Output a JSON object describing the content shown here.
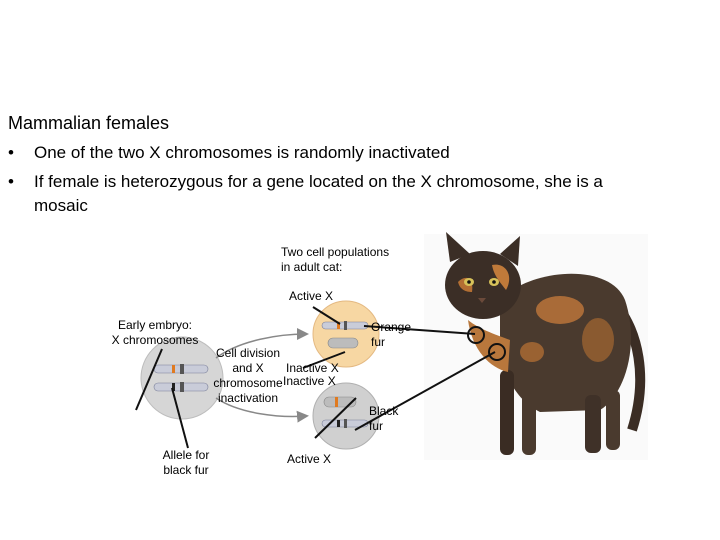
{
  "slide": {
    "title": "Mammalian females",
    "bullet_glyph": "•",
    "bullets": [
      "One of the two X chromosomes is randomly inactivated",
      "If female is heterozygous for a gene located on the X chromosome, she is a",
      "mosaic"
    ]
  },
  "diagram": {
    "two_cell_line1": "Two cell populations",
    "two_cell_line2": "in adult cat:",
    "active_x_top": "Active X",
    "early_embryo_line1": "Early embryo:",
    "early_embryo_line2": "X chromosomes",
    "cell_division_line1": "Cell division",
    "cell_division_line2": "and X",
    "cell_division_line3": "chromosome",
    "cell_division_line4": "inactivation",
    "inactive_x_1": "Inactive X",
    "inactive_x_2": "Inactive X",
    "orange_line1": "Orange",
    "orange_line2": "fur",
    "black_line1": "Black",
    "black_line2": "fur",
    "allele_line1": "Allele for",
    "allele_line2": "black fur",
    "active_x_bottom": "Active X"
  },
  "colors": {
    "orange_cell": "#f7d7a3",
    "black_cell": "#d0d0d0",
    "chromosome": "#c9ccd9",
    "orange_band": "#e07a1f",
    "black_band": "#222222",
    "cat_body": "#4a3a2e",
    "cat_patch": "#b8773c"
  },
  "icons": [
    "cell-division-arrow-icon",
    "cat-photo"
  ]
}
